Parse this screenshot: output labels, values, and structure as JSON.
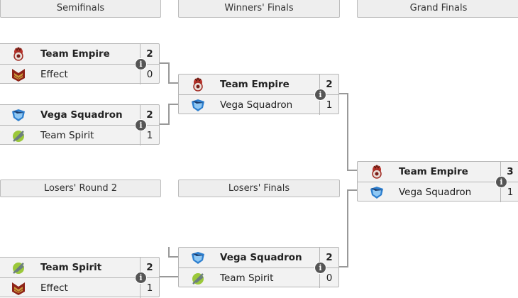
{
  "headers": {
    "semifinals": "Semifinals",
    "winners_finals": "Winners' Finals",
    "grand_finals": "Grand Finals",
    "losers_round2": "Losers' Round 2",
    "losers_finals": "Losers' Finals"
  },
  "info_icon": "i",
  "matches": {
    "semi1": {
      "teams": [
        {
          "name": "Team Empire",
          "score": "2",
          "logo": "team-empire"
        },
        {
          "name": "Effect",
          "score": "0",
          "logo": "effect"
        }
      ]
    },
    "semi2": {
      "teams": [
        {
          "name": "Vega Squadron",
          "score": "2",
          "logo": "vega-squadron"
        },
        {
          "name": "Team Spirit",
          "score": "1",
          "logo": "team-spirit"
        }
      ]
    },
    "wf": {
      "teams": [
        {
          "name": "Team Empire",
          "score": "2",
          "logo": "team-empire"
        },
        {
          "name": "Vega Squadron",
          "score": "1",
          "logo": "vega-squadron"
        }
      ]
    },
    "gf": {
      "teams": [
        {
          "name": "Team Empire",
          "score": "3",
          "logo": "team-empire"
        },
        {
          "name": "Vega Squadron",
          "score": "1",
          "logo": "vega-squadron"
        }
      ]
    },
    "lr2": {
      "teams": [
        {
          "name": "Team Spirit",
          "score": "2",
          "logo": "team-spirit"
        },
        {
          "name": "Effect",
          "score": "1",
          "logo": "effect"
        }
      ]
    },
    "lf": {
      "teams": [
        {
          "name": "Vega Squadron",
          "score": "2",
          "logo": "vega-squadron"
        },
        {
          "name": "Team Spirit",
          "score": "0",
          "logo": "team-spirit"
        }
      ]
    }
  }
}
